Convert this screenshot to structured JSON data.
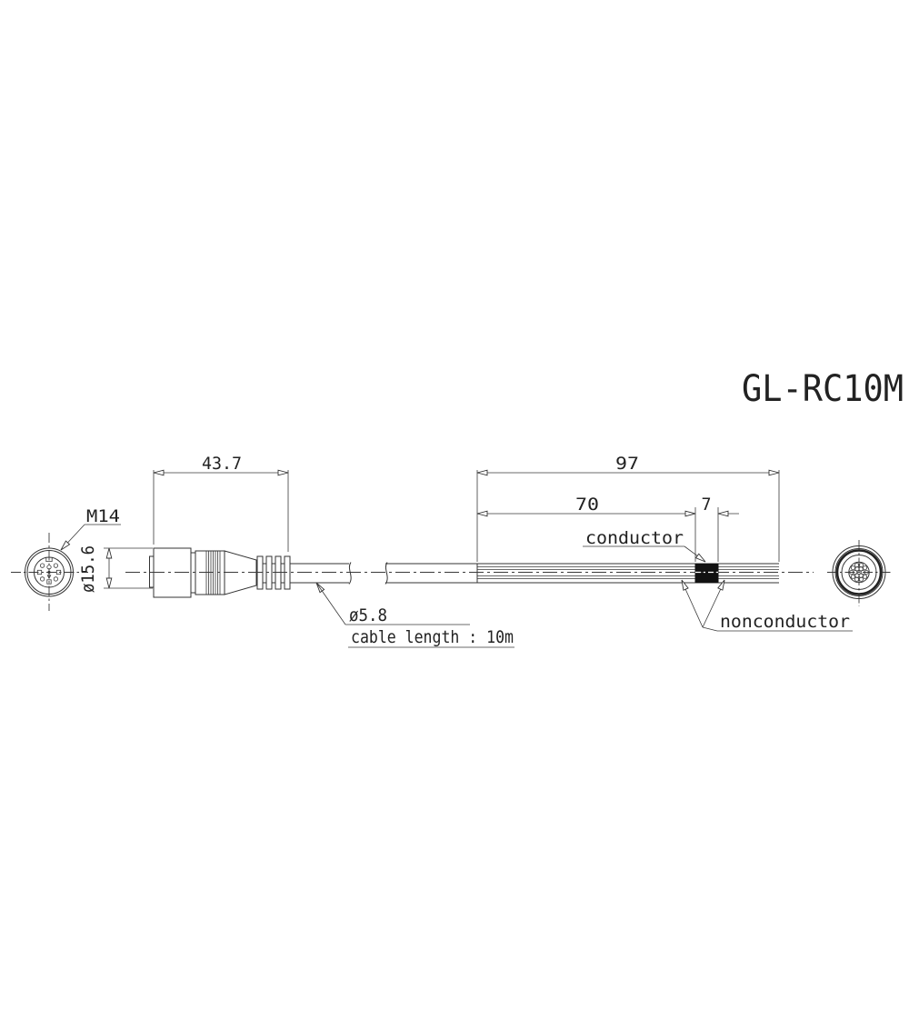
{
  "title": "GL-RC10M",
  "colors": {
    "background": "#ffffff",
    "line": "#333333",
    "text": "#222222",
    "conductor_fill": "#111111"
  },
  "connector_front_view": {
    "thread_label": "M14"
  },
  "connector_side_view": {
    "body_diameter_label": "ø15.6",
    "body_length_label": "43.7"
  },
  "cable": {
    "diameter_label": "ø5.8",
    "length_label": "cable length : 10m"
  },
  "strip_dimensions": {
    "total_label": "97",
    "to_conductor_label": "70",
    "conductor_label": "7"
  },
  "wire_labels": {
    "conductor": "conductor",
    "nonconductor": "nonconductor"
  }
}
